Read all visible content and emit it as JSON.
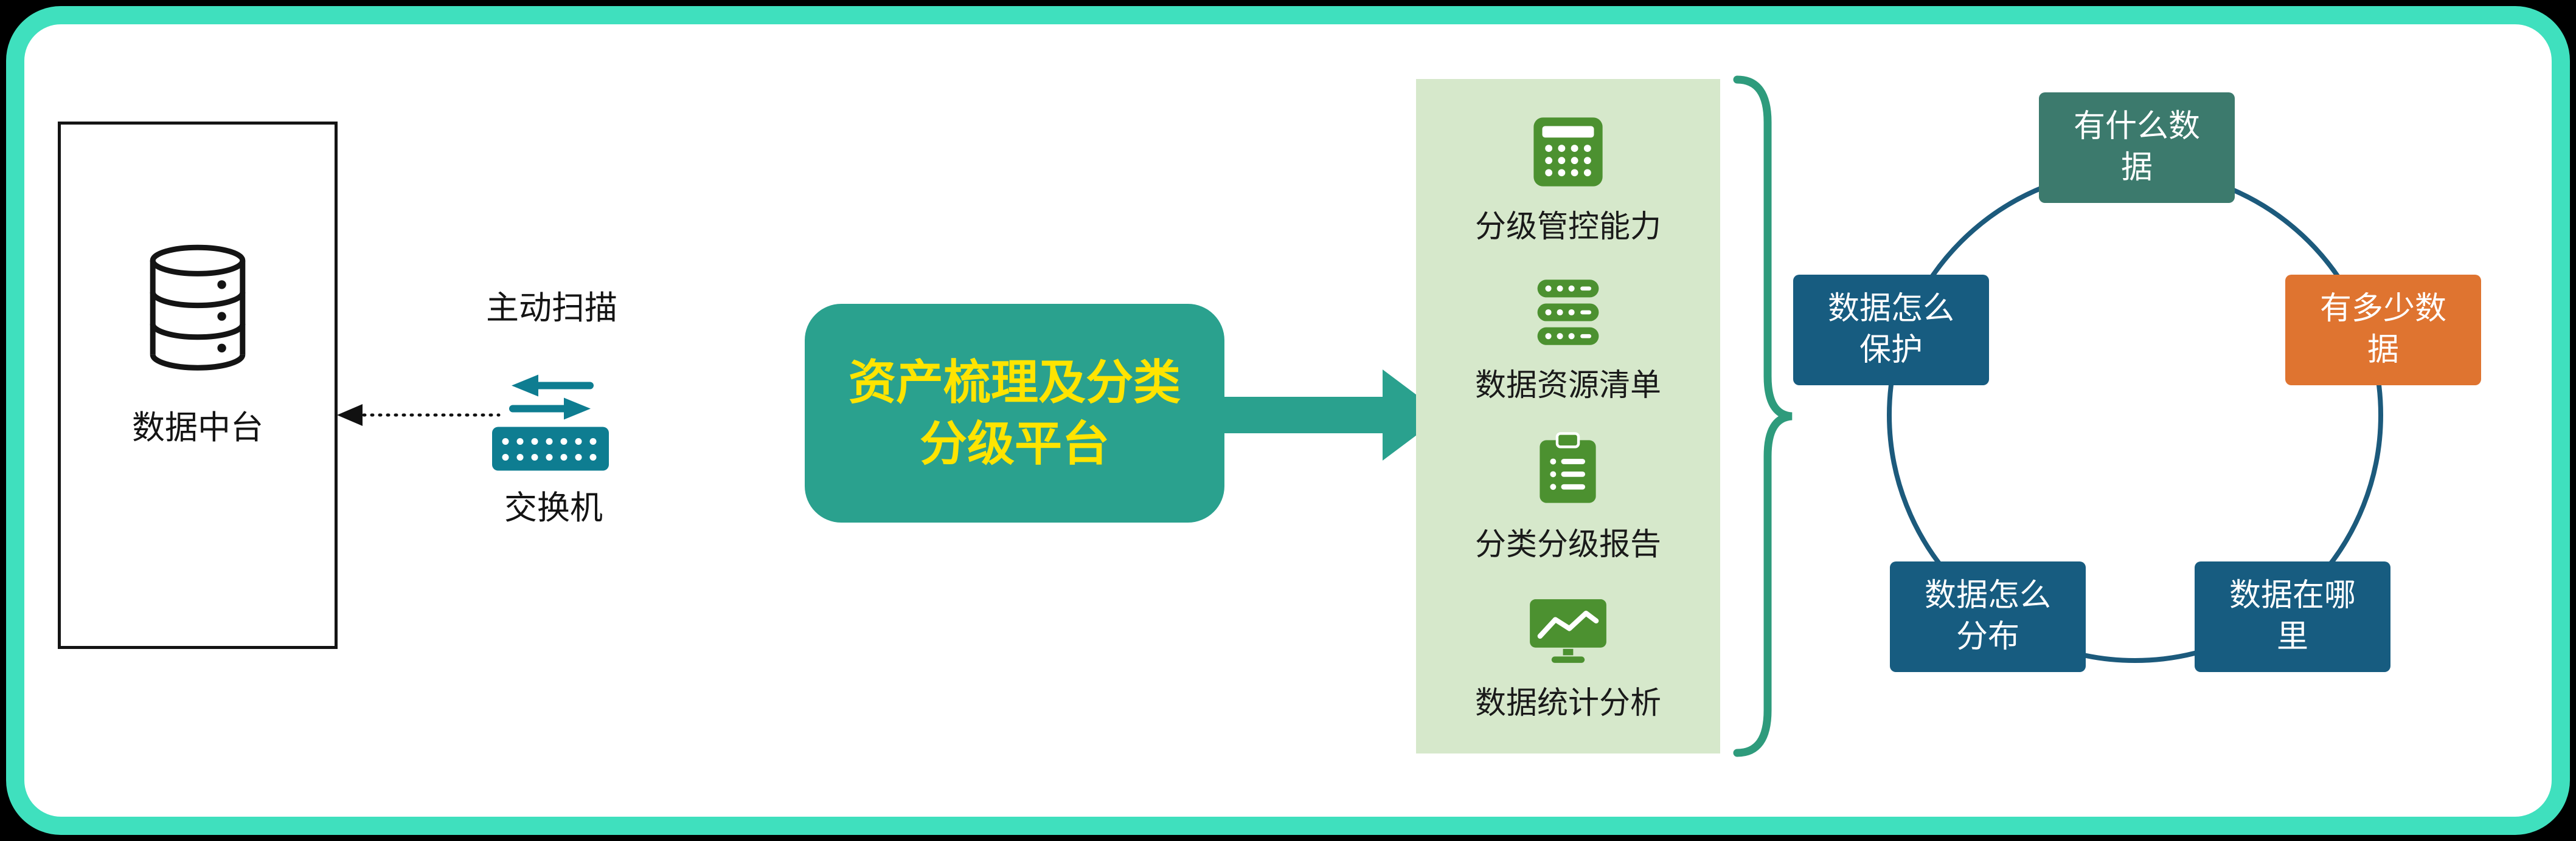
{
  "colors": {
    "frame": "#3FE0BE",
    "canvas_bg": "#000000",
    "switch": "#0E7D91",
    "arrow": "#2AA18E",
    "brace": "#2E9B7C",
    "dotted_line": "#111111"
  },
  "data_center": {
    "label": "数据中台"
  },
  "scan": {
    "label": "主动扫描"
  },
  "network_switch": {
    "label": "交换机"
  },
  "platform": {
    "label": "资产梳理及分类\n分级平台",
    "bg": "#2AA18E",
    "text_color": "#FFE400"
  },
  "capabilities": {
    "panel_bg": "#D6E8CB",
    "icon_color": "#4C9130",
    "items": [
      {
        "icon": "grid-table-icon",
        "label": "分级管控能力"
      },
      {
        "icon": "server-stack-icon",
        "label": "数据资源清单"
      },
      {
        "icon": "clipboard-report-icon",
        "label": "分类分级报告"
      },
      {
        "icon": "monitor-chart-icon",
        "label": "数据统计分析"
      }
    ]
  },
  "questions": {
    "circle_color": "#1C5A7C",
    "items": [
      {
        "position": "top",
        "label": "有什么数\n据",
        "bg": "#3C7A6D"
      },
      {
        "position": "right",
        "label": "有多少数\n据",
        "bg": "#DF7430"
      },
      {
        "position": "bottom-right",
        "label": "数据在哪\n里",
        "bg": "#175C80"
      },
      {
        "position": "bottom-left",
        "label": "数据怎么\n分布",
        "bg": "#175C80"
      },
      {
        "position": "left",
        "label": "数据怎么\n保护",
        "bg": "#175C80"
      }
    ]
  }
}
